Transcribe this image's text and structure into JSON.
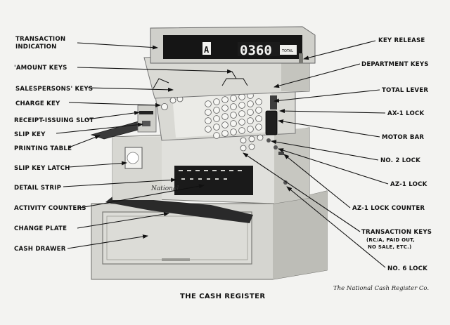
{
  "figure": {
    "caption": "THE CASH REGISTER",
    "credit": "The National Cash Register Co."
  },
  "display": {
    "flag": "A",
    "amount": "0360",
    "window_label": "TOTAL"
  },
  "brand_plate": "National",
  "labels_left": [
    "TRANSACTION",
    "INDICATION",
    "'AMOUNT KEYS",
    "SALESPERSONS' KEYS",
    "CHARGE KEY",
    "RECEIPT-ISSUING SLOT",
    "SLIP KEY",
    "PRINTING TABLE",
    "SLIP KEY LATCH",
    "DETAIL STRIP",
    "ACTIVITY COUNTERS",
    "CHANGE PLATE",
    "CASH DRAWER"
  ],
  "labels_right": [
    "KEY RELEASE",
    "DEPARTMENT KEYS",
    "TOTAL LEVER",
    "AX-1 LOCK",
    "MOTOR BAR",
    "NO. 2 LOCK",
    "AZ-1 LOCK",
    "AZ-1 LOCK COUNTER",
    "TRANSACTION KEYS",
    "(RC/A, PAID OUT,",
    "NO SALE, ETC.)",
    "NO. 6 LOCK"
  ],
  "colors": {
    "paper": "#f3f3f1",
    "ink": "#111111",
    "machine_light": "#e2e2de",
    "machine_mid": "#c9c9c4",
    "machine_dark": "#8c8c88",
    "display_black": "#151515"
  }
}
